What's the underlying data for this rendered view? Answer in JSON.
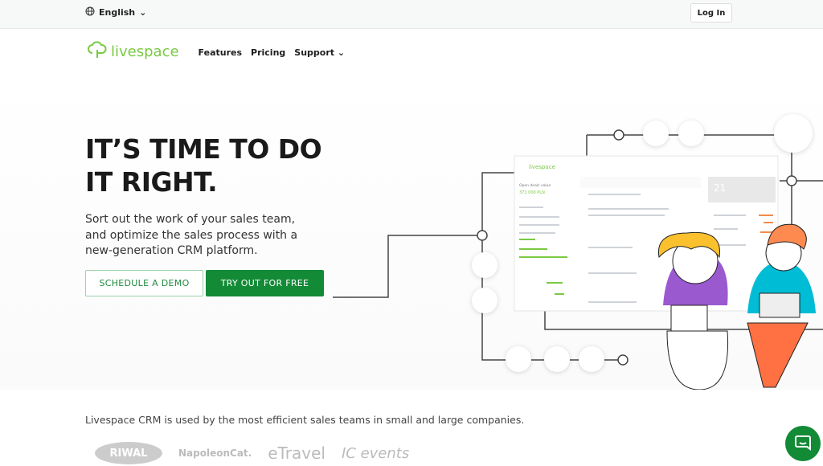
{
  "topbar": {
    "language": "English",
    "login": "Log In"
  },
  "nav": {
    "logo": "livespace",
    "links": [
      "Features",
      "Pricing",
      "Support"
    ]
  },
  "hero": {
    "title": "IT’S TIME TO DO IT RIGHT.",
    "subtitle": "Sort out the work of your sales team, and optimize the sales process with a new-generation CRM platform.",
    "demo_button": "SCHEDULE A DEMO",
    "try_button": "TRY OUT FOR FREE"
  },
  "illustration": {
    "app_logo": "livespace",
    "metric_label": "Open deals value",
    "metric_value": "371 000 PLN",
    "calendar_day": "21"
  },
  "clients": {
    "text": "Livespace CRM is used by the most efficient sales teams in small and large companies.",
    "logos": [
      "RIWAL",
      "NapoleonCat.",
      "eTravel",
      "IC events"
    ]
  },
  "colors": {
    "brand_green": "#138a36",
    "logo_green": "#7ac943"
  }
}
